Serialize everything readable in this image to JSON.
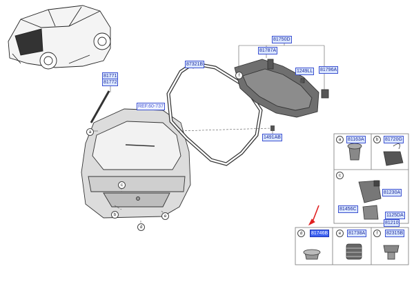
{
  "part_numbers": {
    "p81750": "81750D",
    "p81787": "81787A",
    "p87321": "87321B",
    "p81771": "81771",
    "p81772": "81772",
    "p1249": "1249LL",
    "p81796": "81796A",
    "pref": "REF.60-737",
    "p1491": "1491AB",
    "p81163": "81163A",
    "p81720": "81720G",
    "p81230": "81230A",
    "p81456": "81456C",
    "p1125": "1125DA",
    "p81210": "81210",
    "p81746": "81746B",
    "p81738": "81738A",
    "p82315": "82315B"
  },
  "callouts": {
    "a": "a",
    "b": "b",
    "c": "c",
    "d": "d",
    "e": "e",
    "f": "f"
  },
  "colors": {
    "label_fill": "#dbe7ff",
    "label_border": "#3a4fd0",
    "highlight": "#3d62f0",
    "arrow": "#e02020"
  }
}
